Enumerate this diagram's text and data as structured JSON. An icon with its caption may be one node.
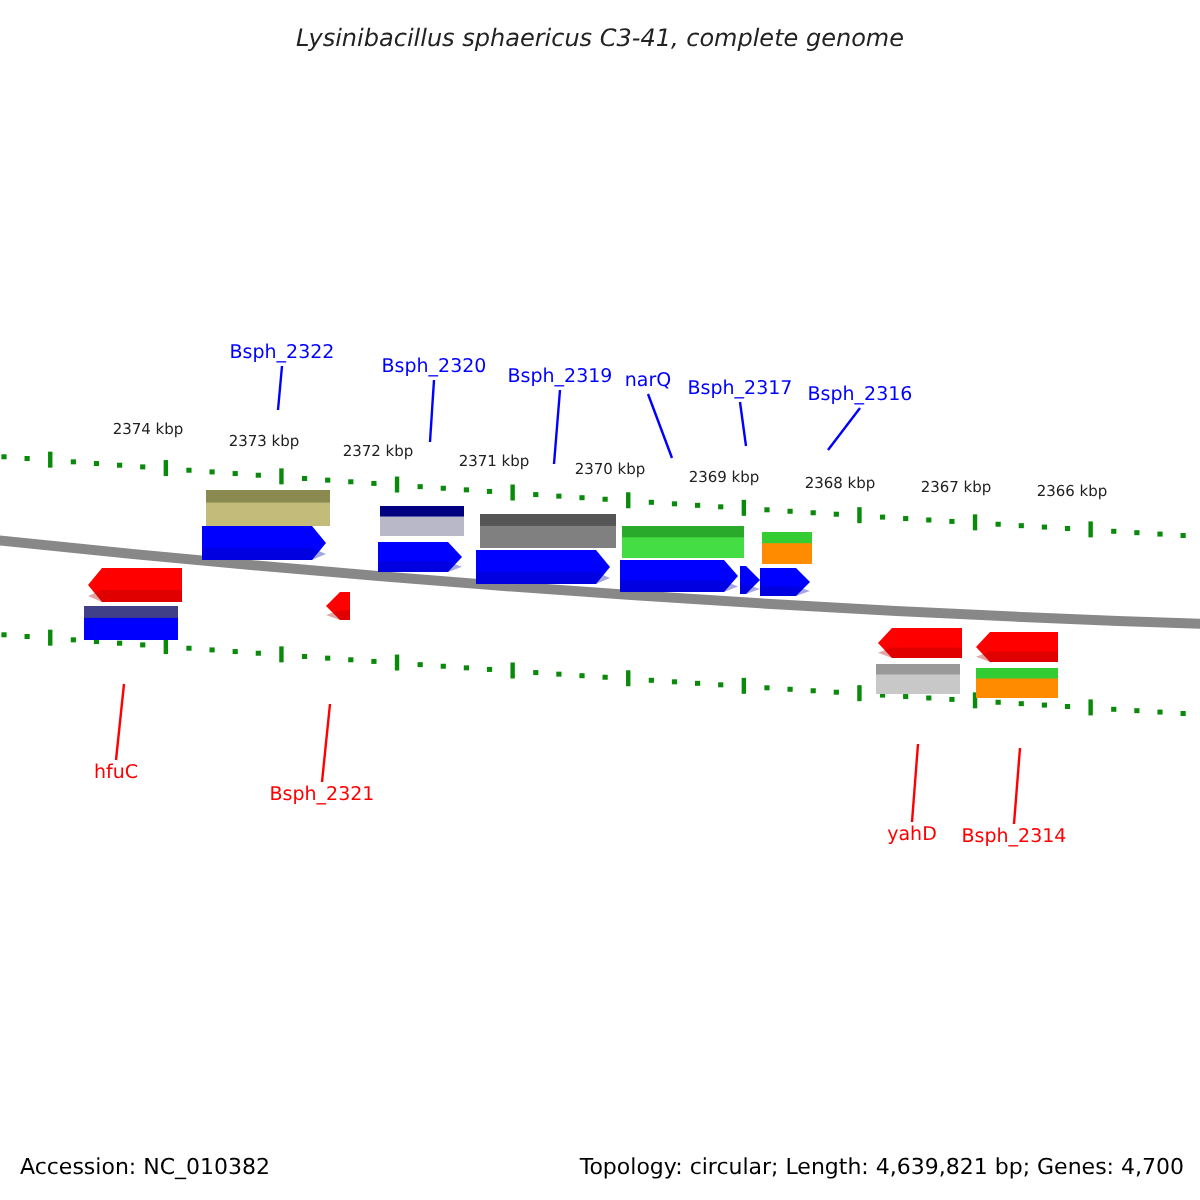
{
  "diagram": {
    "title": "Lysinibacillus sphaericus C3-41, complete genome",
    "nodes": [
      {
        "text": [
          "Bsph_2322"
        ]
      },
      {
        "text": [
          "Bsph_2320"
        ]
      },
      {
        "text": [
          "Bsph_2319"
        ]
      },
      {
        "text": [
          "narQ"
        ]
      },
      {
        "text": [
          "Bsph_2317"
        ]
      },
      {
        "text": [
          "Bsph_2316"
        ]
      },
      {
        "text": [
          "hfuC"
        ]
      },
      {
        "text": [
          "Bsph_2321"
        ]
      },
      {
        "text": [
          "yahD"
        ]
      },
      {
        "text": [
          "Bsph_2314"
        ]
      }
    ],
    "edges": [
      {
        "from": 0,
        "to": null,
        "arrow": "none"
      },
      {
        "from": 1,
        "to": null,
        "arrow": "none"
      },
      {
        "from": 2,
        "to": null,
        "arrow": "none"
      },
      {
        "from": 3,
        "to": null,
        "arrow": "none"
      },
      {
        "from": 4,
        "to": null,
        "arrow": "none"
      },
      {
        "from": 5,
        "to": null,
        "arrow": "none"
      },
      {
        "from": 6,
        "to": null,
        "arrow": "none",
        "color": "#ff0000"
      },
      {
        "from": 7,
        "to": null,
        "arrow": "none",
        "color": "#ff0000"
      },
      {
        "from": 8,
        "to": null,
        "arrow": "none",
        "color": "#ff0000"
      },
      {
        "from": 9,
        "to": null,
        "arrow": "none",
        "color": "#ff0000"
      }
    ],
    "labels": [
      "2374 kbp",
      "2373 kbp",
      "2372 kbp",
      "2371 kbp",
      "2370 kbp",
      "2369 kbp",
      "2368 kbp",
      "2367 kbp",
      "2366 kbp",
      "Accession: NC_010382",
      "Topology: circular; Length: 4,639,821 bp; Genes: 4,700"
    ]
  }
}
